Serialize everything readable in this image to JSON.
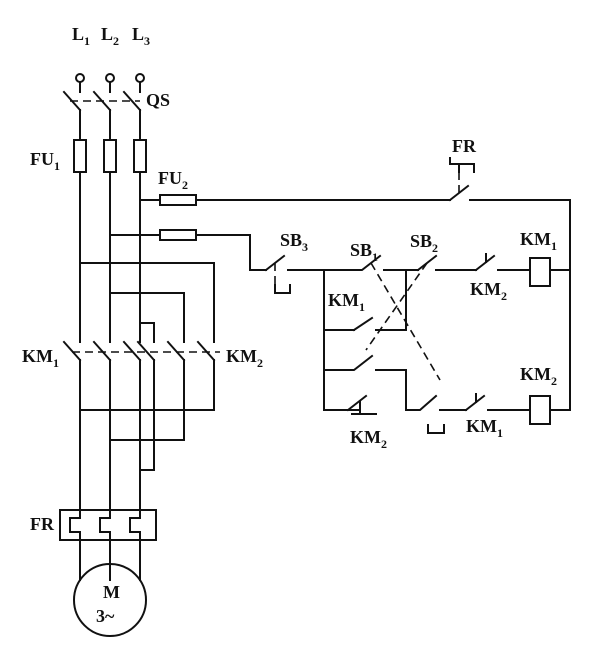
{
  "labels": {
    "L1": {
      "main": "L",
      "sub": "1"
    },
    "L2": {
      "main": "L",
      "sub": "2"
    },
    "L3": {
      "main": "L",
      "sub": "3"
    },
    "QS": {
      "main": "QS",
      "sub": ""
    },
    "FU1": {
      "main": "FU",
      "sub": "1"
    },
    "FU2": {
      "main": "FU",
      "sub": "2"
    },
    "FR_top": {
      "main": "FR",
      "sub": ""
    },
    "SB3": {
      "main": "SB",
      "sub": "3"
    },
    "SB1": {
      "main": "SB",
      "sub": "1"
    },
    "SB2": {
      "main": "SB",
      "sub": "2"
    },
    "KM1_coil": {
      "main": "KM",
      "sub": "1"
    },
    "KM2_contact_top": {
      "main": "KM",
      "sub": "2"
    },
    "KM1_contact_left": {
      "main": "KM",
      "sub": "1"
    },
    "KM2_coil": {
      "main": "KM",
      "sub": "2"
    },
    "KM2_hold": {
      "main": "KM",
      "sub": "2"
    },
    "KM1_contact_bottom": {
      "main": "KM",
      "sub": "1"
    },
    "KM1_main": {
      "main": "KM",
      "sub": "1"
    },
    "KM2_main": {
      "main": "KM",
      "sub": "2"
    },
    "FR_thermal": {
      "main": "FR",
      "sub": ""
    },
    "motor_M": {
      "main": "M",
      "sub": ""
    },
    "motor_spec": {
      "main": "3~",
      "sub": ""
    }
  }
}
